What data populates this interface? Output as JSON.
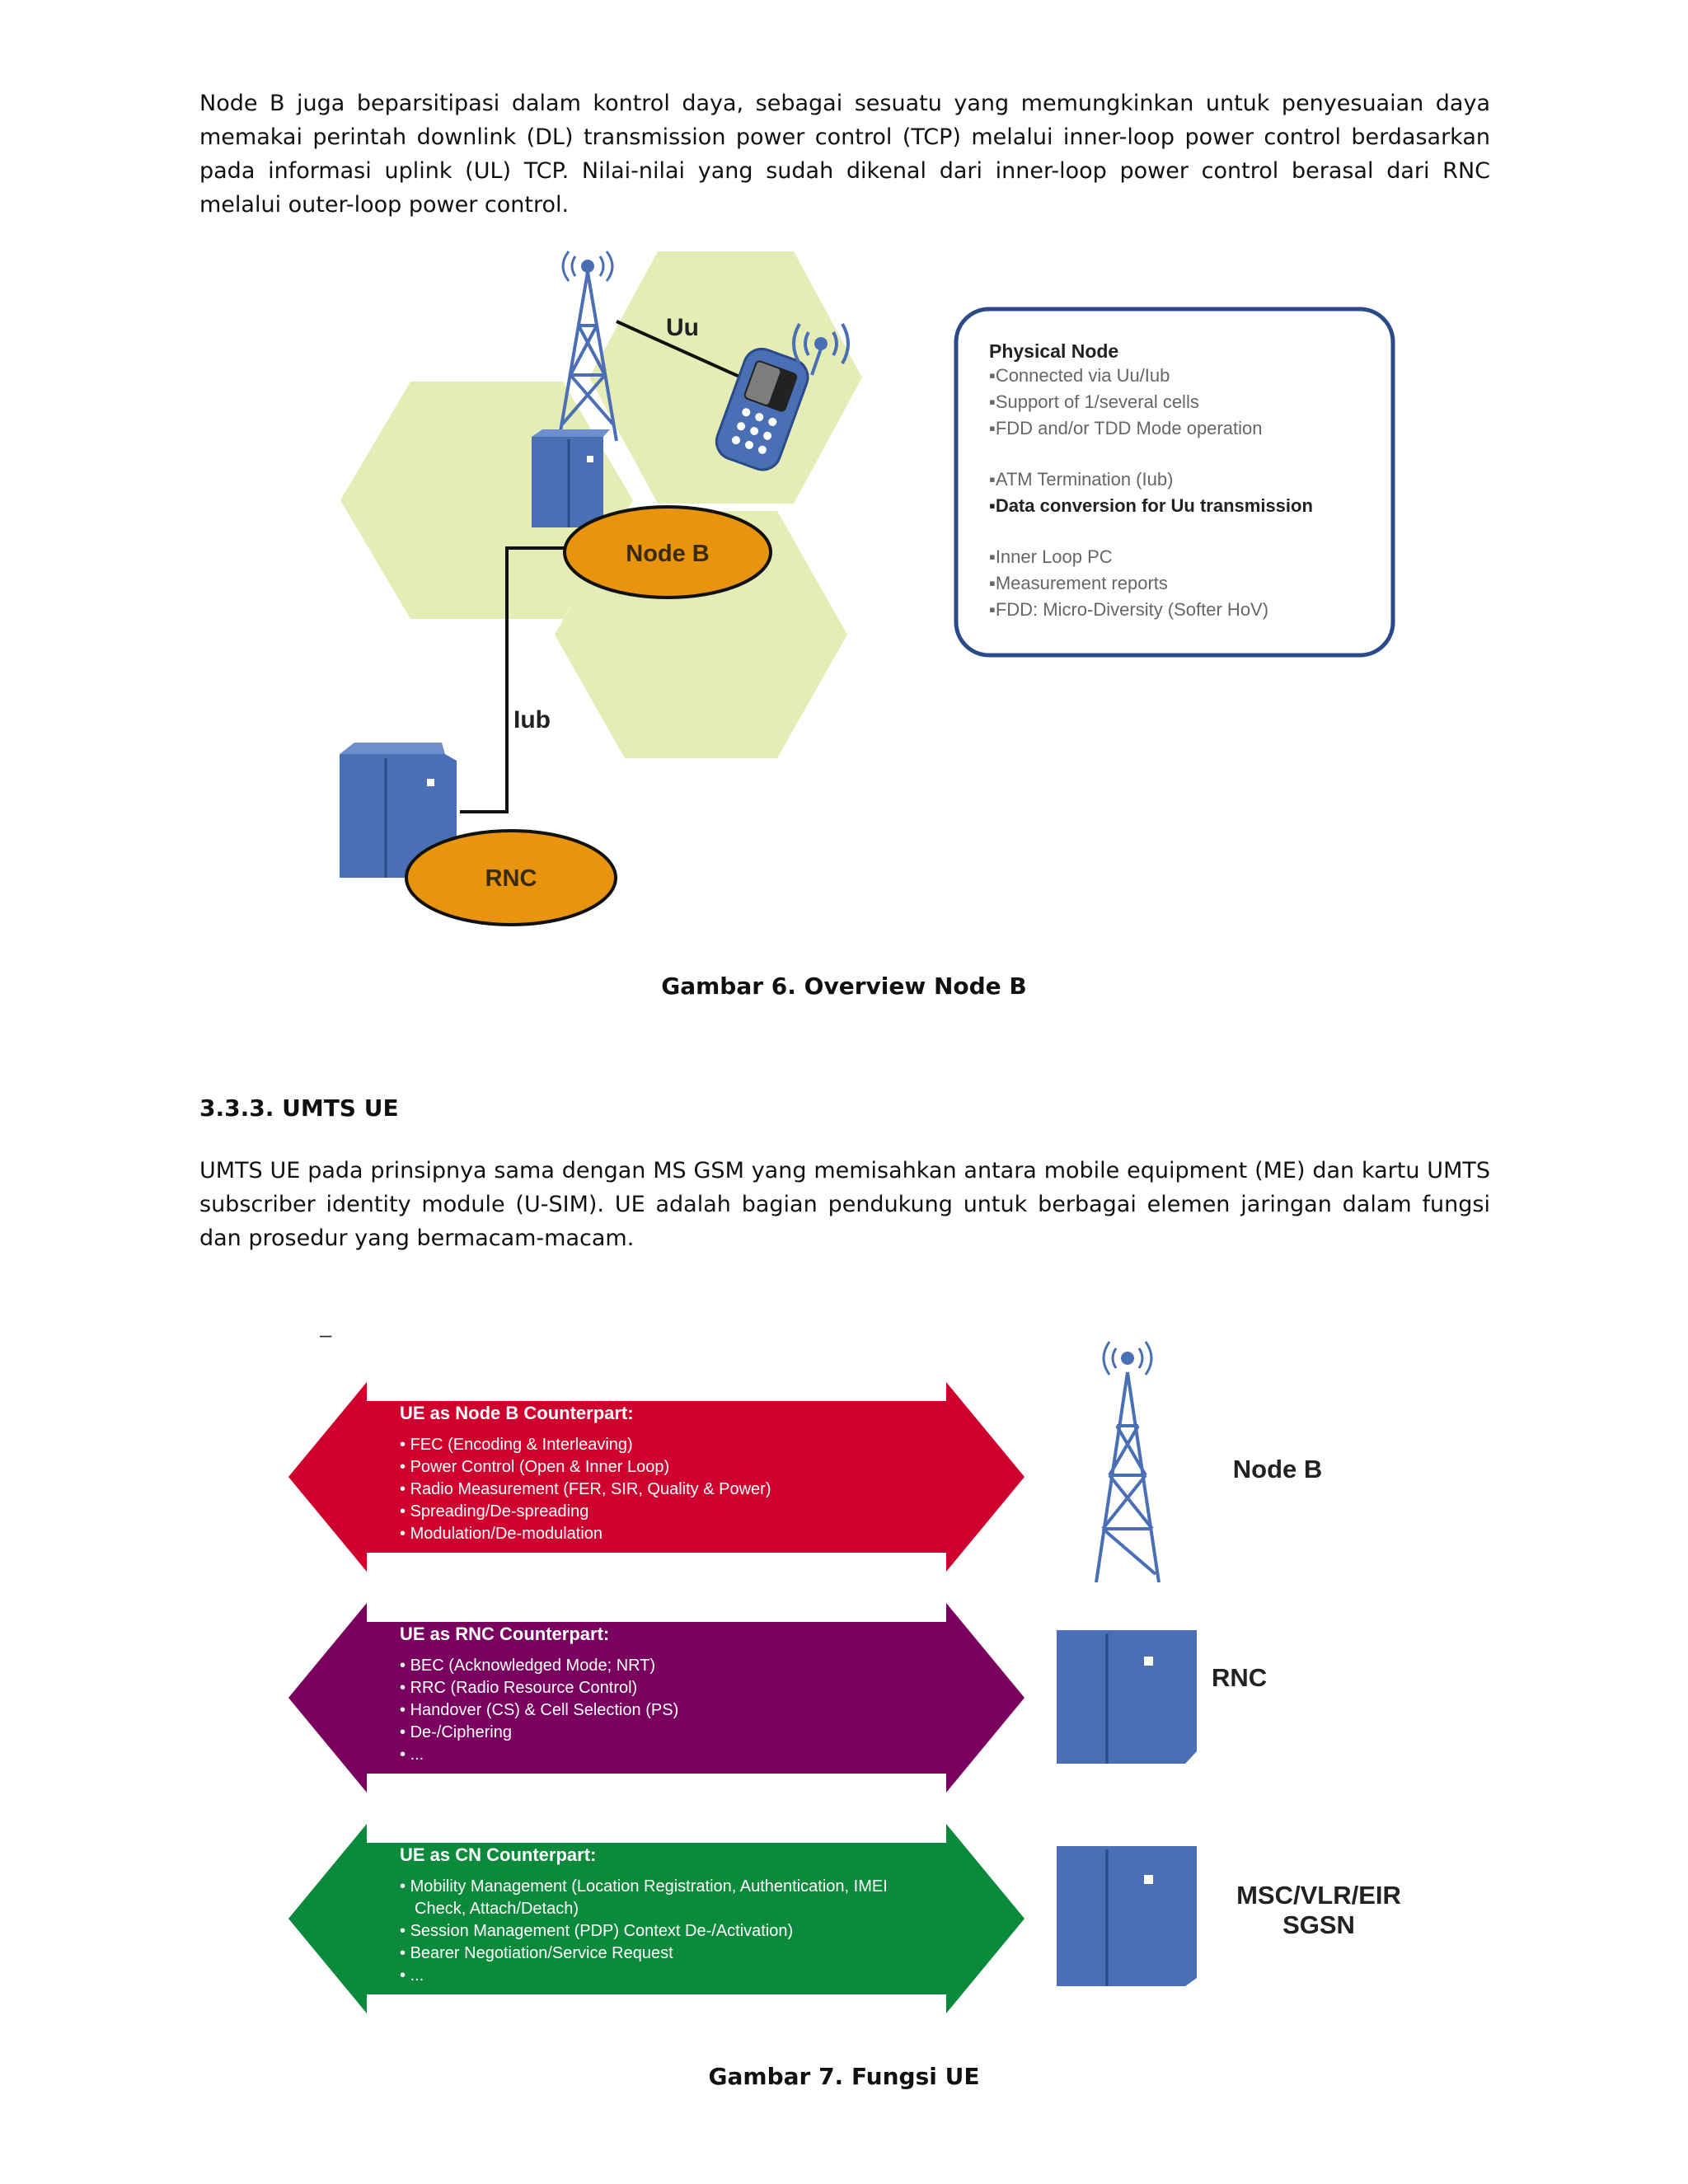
{
  "paragraph1": "Node B juga beparsitipasi dalam kontrol daya, sebagai sesuatu yang memungkinkan untuk penyesuaian daya memakai perintah downlink (DL) transmission power control (TCP) melalui inner-loop power control berdasarkan pada informasi uplink (UL) TCP. Nilai-nilai yang sudah dikenal dari inner-loop power control berasal dari RNC melalui outer-loop power control.",
  "figure6": {
    "labels": {
      "uu": "Uu",
      "iub": "Iub",
      "nodeb": "Node B",
      "rnc": "RNC"
    },
    "box": {
      "title": "Physical Node",
      "group1": [
        "Connected via Uu/Iub",
        "Support of 1/several cells",
        "FDD and/or TDD Mode operation"
      ],
      "group2": [
        "ATM Termination (Iub)",
        "Data conversion for Uu transmission"
      ],
      "group3": [
        "Inner Loop PC",
        "Measurement reports",
        "FDD: Micro-Diversity (Softer HoV)"
      ]
    },
    "caption": "Gambar 6. Overview Node B",
    "colors": {
      "hex": "#e6ecb5",
      "ellipse": "#e8940c",
      "server": "#4a6fb5"
    },
    "icons": [
      "antenna-tower-icon",
      "mobile-phone-icon",
      "server-icon"
    ]
  },
  "section_heading": "3.3.3. UMTS UE",
  "paragraph2": "UMTS UE pada prinsipnya sama dengan MS GSM yang memisahkan antara mobile equipment (ME) dan kartu UMTS subscriber identity module (U-SIM). UE adalah bagian pendukung untuk berbagai elemen jaringan dalam fungsi dan prosedur yang bermacam-macam.",
  "figure7": {
    "dash": "–",
    "arrows": [
      {
        "title": "UE as Node B Counterpart:",
        "items": [
          "FEC (Encoding & Interleaving)",
          "Power Control (Open & Inner Loop)",
          "Radio Measurement (FER, SIR, Quality & Power)",
          "Spreading/De-spreading",
          "Modulation/De-modulation"
        ],
        "color": "#d0002e",
        "side_label": "Node B"
      },
      {
        "title": "UE as RNC Counterpart:",
        "items": [
          "BEC (Acknowledged Mode; NRT)",
          "RRC (Radio Resource Control)",
          "Handover (CS) & Cell Selection (PS)",
          "De-/Ciphering",
          "..."
        ],
        "color": "#7a0060",
        "side_label": "RNC"
      },
      {
        "title": "UE as CN Counterpart:",
        "items": [
          "Mobility Management (Location Registration, Authentication, IMEI Check, Attach/Detach)",
          "Session Management (PDP) Context De-/Activation)",
          "Bearer Negotiation/Service Request",
          "..."
        ],
        "color": "#0b8a3b",
        "side_label": "MSC/VLR/EIR SGSN"
      }
    ],
    "caption": "Gambar 7. Fungsi UE"
  }
}
